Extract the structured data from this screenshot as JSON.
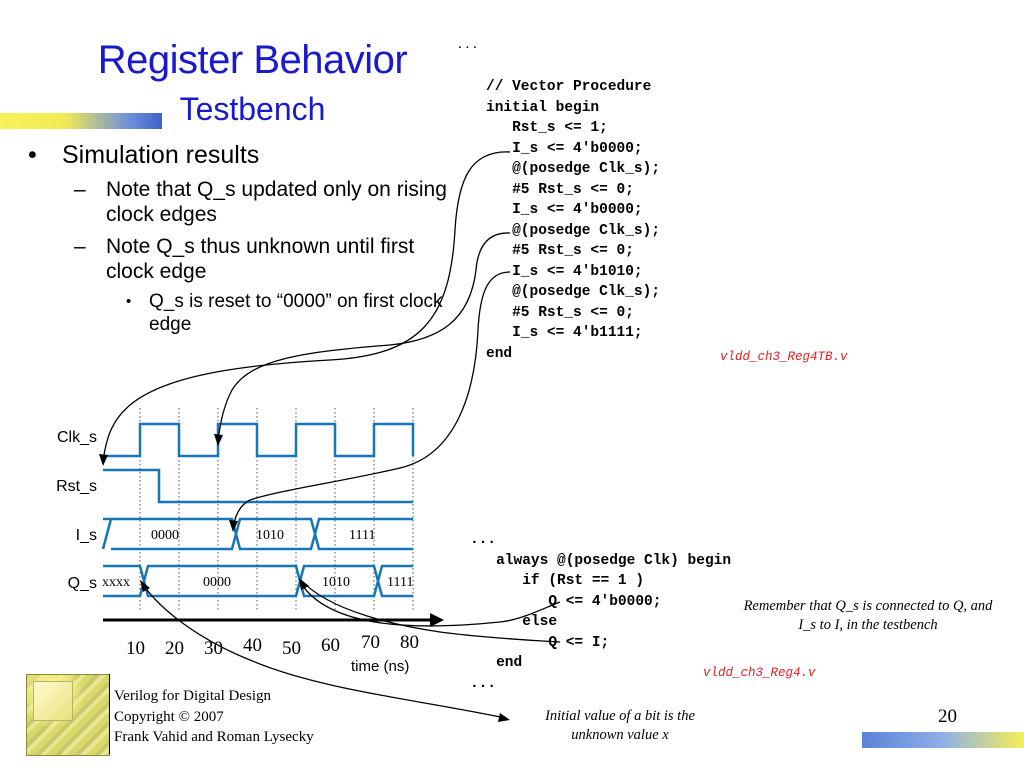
{
  "slide": {
    "title": "Register Behavior",
    "subtitle": "Testbench",
    "page_number": "20"
  },
  "bullets": {
    "l1": "Simulation results",
    "l2a": "Note that Q_s updated only on rising clock edges",
    "l2b": "Note Q_s thus unknown until first clock edge",
    "l3": "Q_s is reset to “0000” on first clock edge",
    "marker_l1": "•",
    "marker_l2": "–",
    "marker_l3": "•"
  },
  "code_tb": {
    "ellipsis": ". . .",
    "lines": [
      "// Vector Procedure",
      "initial begin",
      "   Rst_s <= 1;",
      "   I_s <= 4'b0000;",
      "   @(posedge Clk_s);",
      "   #5 Rst_s <= 0;",
      "   I_s <= 4'b0000;",
      "   @(posedge Clk_s);",
      "   #5 Rst_s <= 0;",
      "   I_s <= 4'b1010;",
      "   @(posedge Clk_s);",
      "   #5 Rst_s <= 0;",
      "   I_s <= 4'b1111;",
      "end"
    ],
    "filename": "vldd_ch3_Reg4TB.v"
  },
  "code_reg": {
    "lines": [
      "...",
      "   always @(posedge Clk) begin",
      "      if (Rst == 1 )",
      "         Q <= 4'b0000;",
      "      else",
      "         Q <= I;",
      "   end",
      "..."
    ],
    "filename": "vldd_ch3_Reg4.v"
  },
  "notes": {
    "connect": "Remember that Q_s is connected to Q, and I_s to I, in the testbench",
    "initial": "Initial value of a bit is the unknown value x"
  },
  "waveform": {
    "signals": [
      "Clk_s",
      "Rst_s",
      "I_s",
      "Q_s"
    ],
    "i_values": [
      "0000",
      "1010",
      "1111"
    ],
    "q_values": [
      "xxxx",
      "0000",
      "1010",
      "1111"
    ],
    "time_ticks": [
      "10",
      "20",
      "30",
      "40",
      "50",
      "60",
      "70",
      "80"
    ],
    "time_label": "time (ns)",
    "wave_color": "#1677b8"
  },
  "footer": {
    "line1": "Verilog for Digital Design",
    "line2": "Copyright © 2007",
    "line3": "Frank Vahid and Roman Lysecky"
  }
}
